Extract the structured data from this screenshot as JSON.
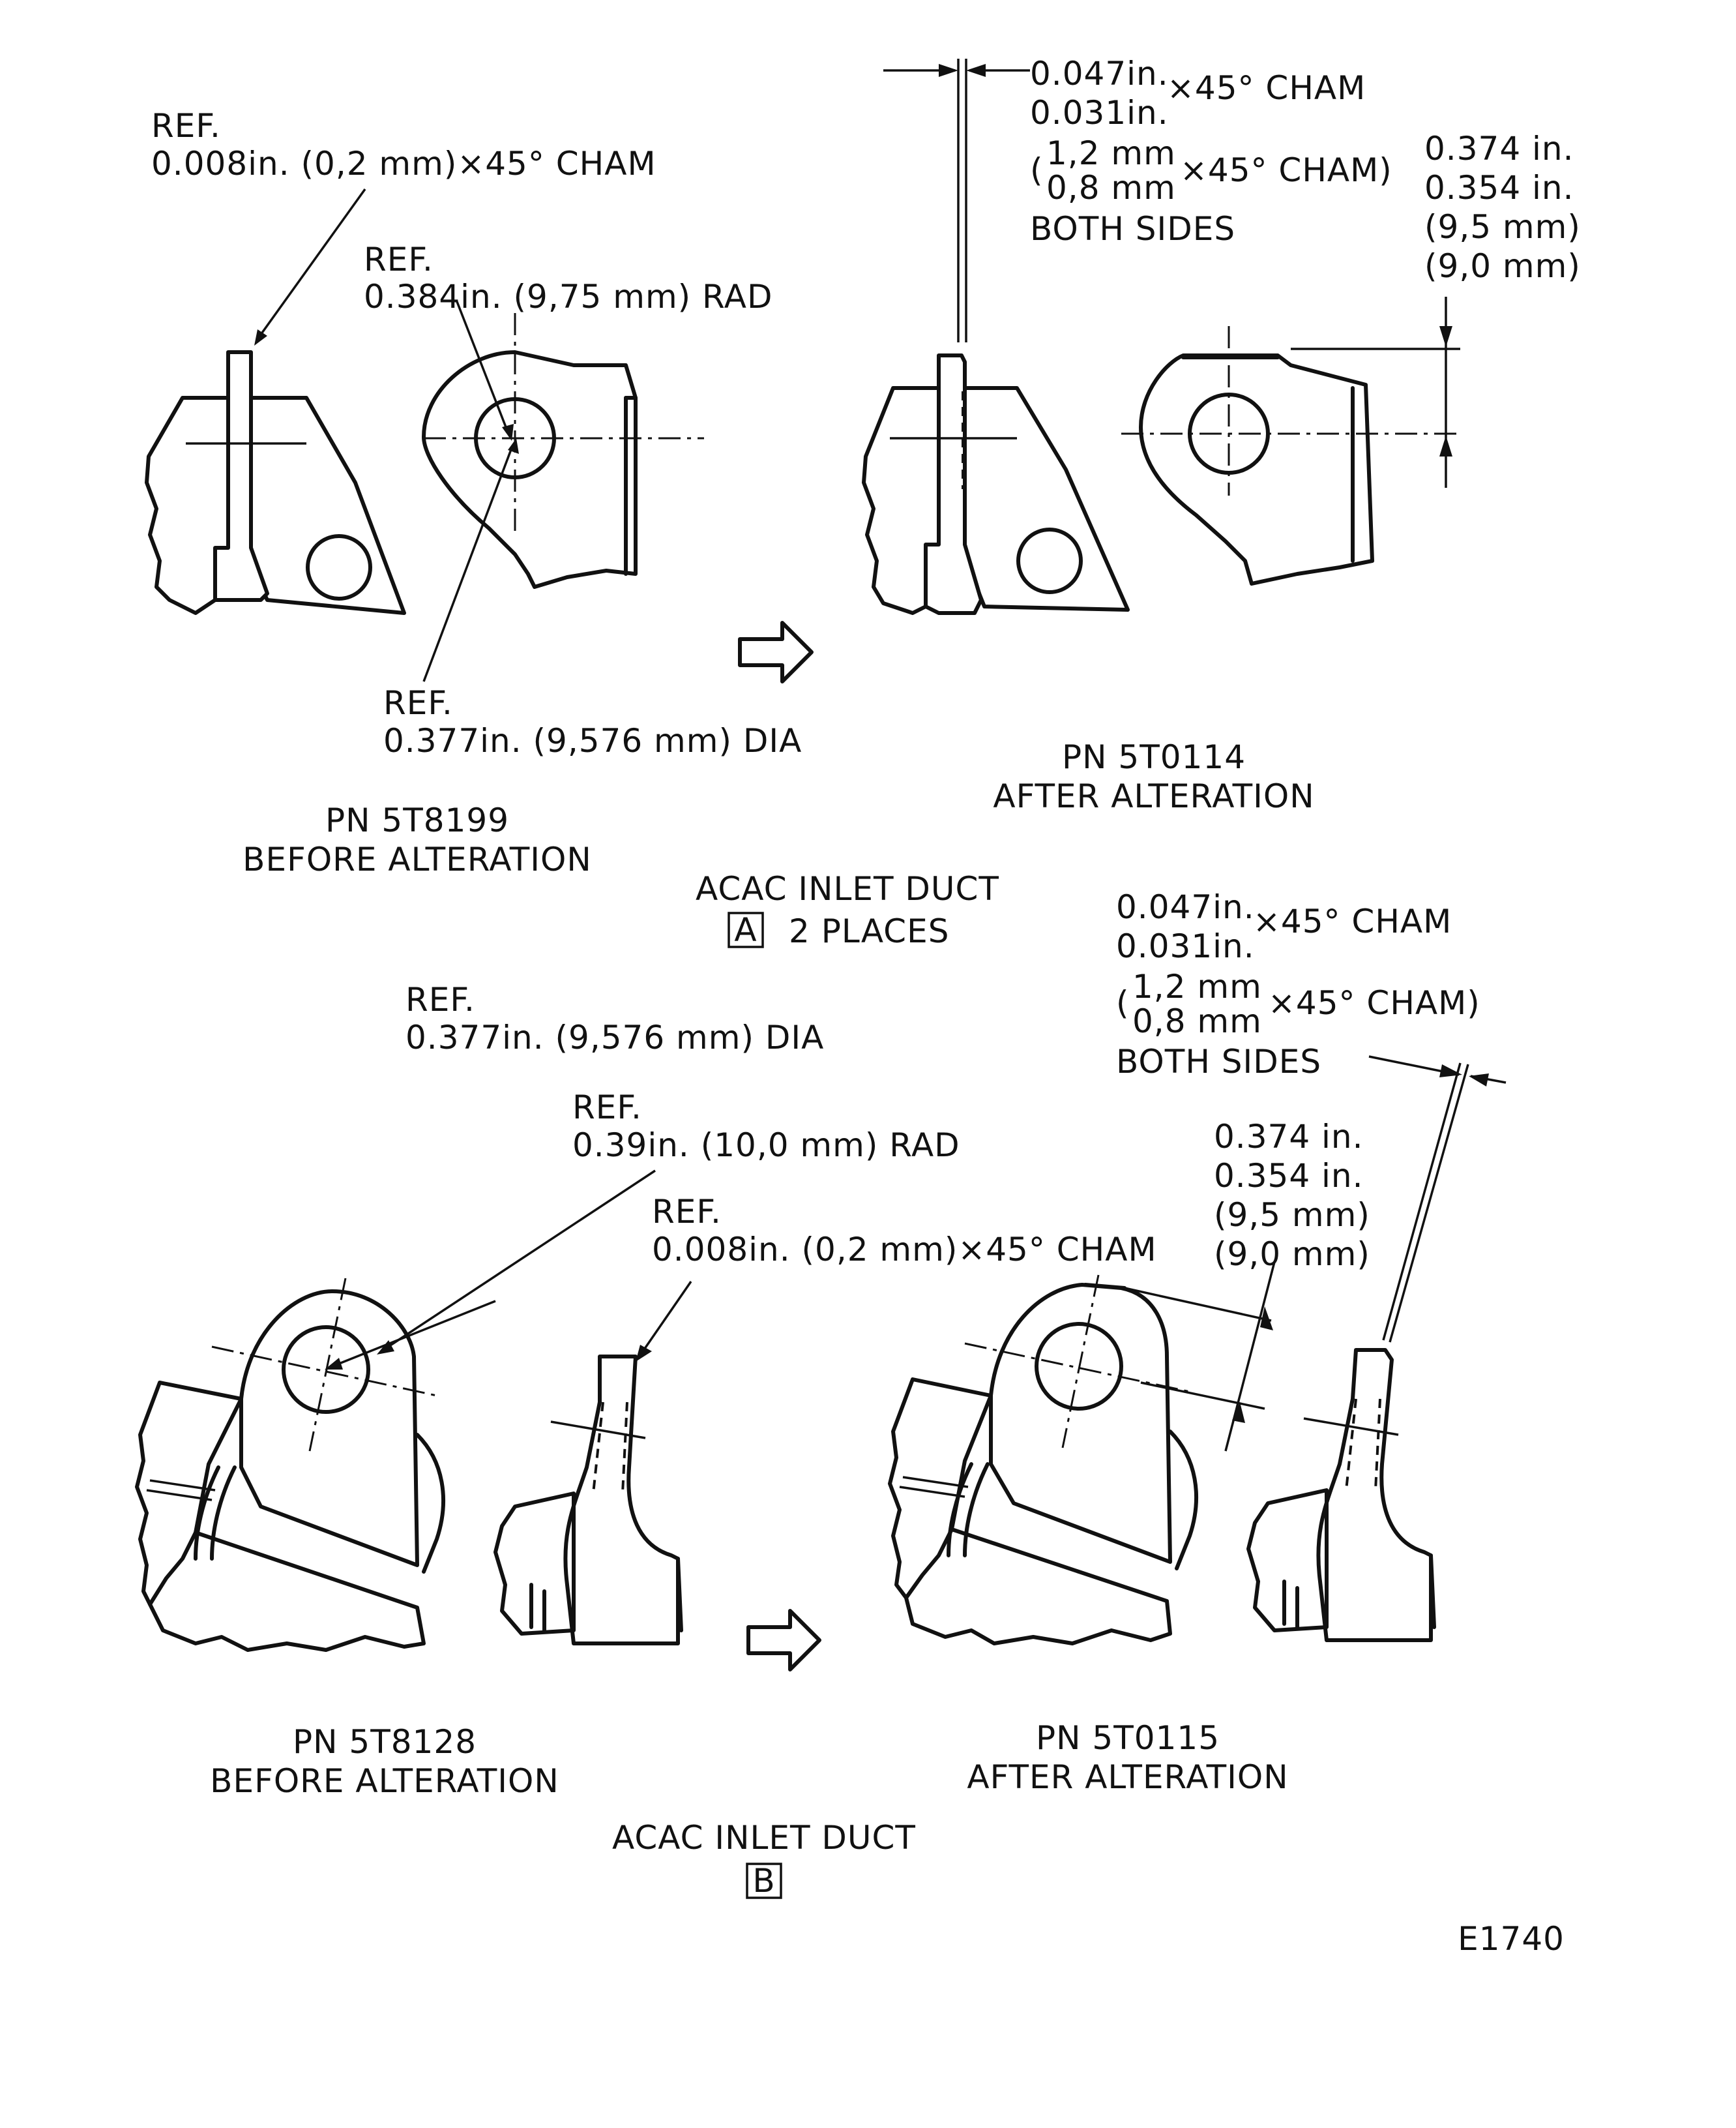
{
  "figure_id": "E1740",
  "section_a": {
    "title": "ACAC INLET DUCT",
    "marker": "A",
    "places": "2 PLACES",
    "before": {
      "pn": "PN 5T8199",
      "state": "BEFORE ALTERATION",
      "cham_ref": "REF.",
      "cham_value": "0.008in. (0,2 mm)×45° CHAM",
      "rad_ref": "REF.",
      "rad_value": "0.384in. (9,75 mm) RAD",
      "dia_ref": "REF.",
      "dia_value": "0.377in. (9,576 mm) DIA"
    },
    "after": {
      "pn": "PN 5T0114",
      "state": "AFTER ALTERATION",
      "cham_in_max": "0.047in.",
      "cham_in_min": "0.031in.",
      "cham_angle": "×45° CHAM",
      "cham_mm_max": "1,2 mm",
      "cham_mm_min": "0,8 mm",
      "cham_mm_angle": "×45° CHAM)",
      "open_paren": "(",
      "both_sides": "BOTH SIDES",
      "dim_in_max": "0.374  in.",
      "dim_in_min": "0.354  in.",
      "dim_mm_max": "(9,5 mm)",
      "dim_mm_min": "(9,0 mm)"
    }
  },
  "section_b": {
    "title": "ACAC INLET DUCT",
    "marker": "B",
    "before": {
      "pn": "PN 5T8128",
      "state": "BEFORE ALTERATION",
      "dia_ref": "REF.",
      "dia_value": "0.377in. (9,576 mm) DIA",
      "rad_ref": "REF.",
      "rad_value": "0.39in. (10,0 mm) RAD",
      "cham_ref": "REF.",
      "cham_value": "0.008in. (0,2 mm)×45° CHAM"
    },
    "after": {
      "pn": "PN 5T0115",
      "state": "AFTER ALTERATION",
      "cham_in_max": "0.047in.",
      "cham_in_min": "0.031in.",
      "cham_angle": "×45° CHAM",
      "cham_mm_max": "1,2 mm",
      "cham_mm_min": "0,8 mm",
      "cham_mm_angle": "×45° CHAM)",
      "open_paren": "(",
      "both_sides": "BOTH SIDES",
      "dim_in_max": "0.374  in.",
      "dim_in_min": "0.354  in.",
      "dim_mm_max": "(9,5 mm)",
      "dim_mm_min": "(9,0 mm)"
    }
  }
}
